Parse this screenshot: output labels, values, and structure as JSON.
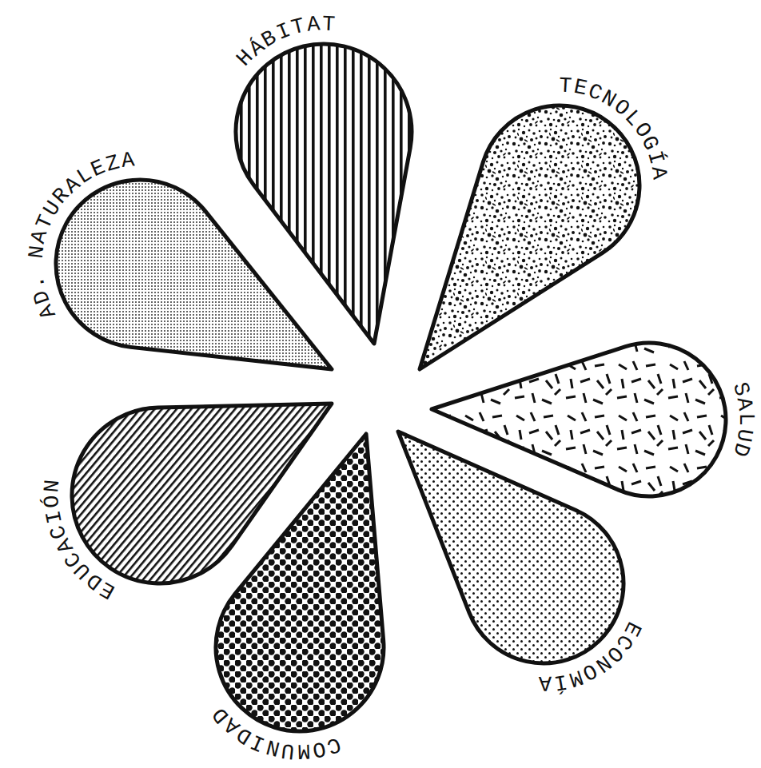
{
  "diagram": {
    "nodes": [
      {
        "text": [
          "HÁBITAT"
        ]
      },
      {
        "text": [
          "TECNOLOGÍA"
        ]
      },
      {
        "text": [
          "SALUD"
        ]
      },
      {
        "text": [
          "ECONOMÍA"
        ]
      },
      {
        "text": [
          "COMUNIDAD"
        ]
      },
      {
        "text": [
          "EDUCACIÓN"
        ]
      },
      {
        "text": [
          "AD. NATURALEZA"
        ]
      }
    ]
  }
}
